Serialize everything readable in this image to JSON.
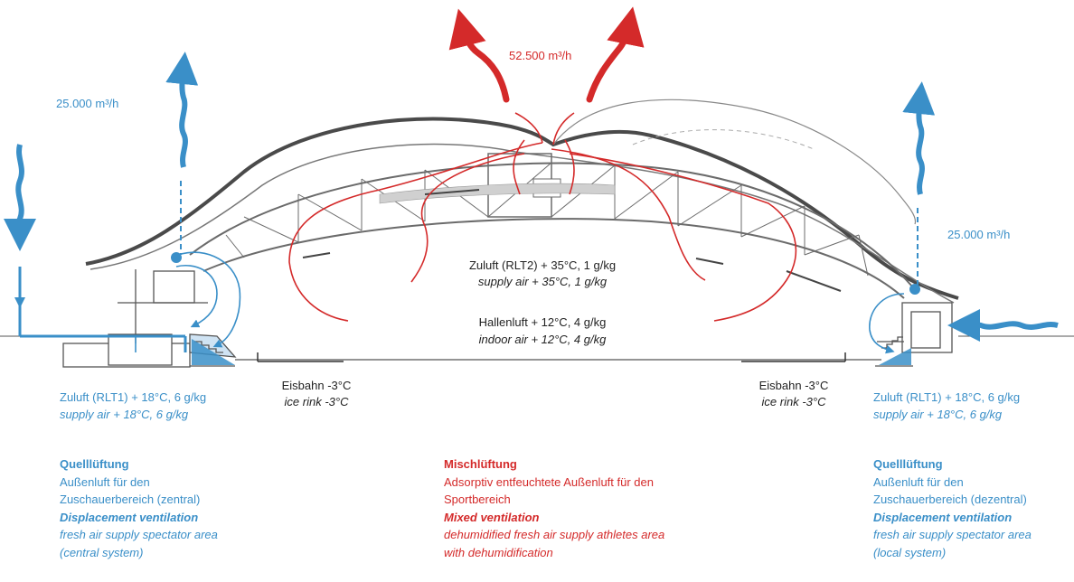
{
  "colors": {
    "blue": "#3a8fc8",
    "red": "#d42a2a",
    "structure": "#6b6b6b"
  },
  "flows": {
    "exhaust_center": "52.500 m³/h",
    "exhaust_left": "25.000 m³/h",
    "exhaust_right": "25.000 m³/h"
  },
  "hall": {
    "supply_de": "Zuluft (RLT2) + 35°C, 1 g/kg",
    "supply_en": "supply air + 35°C, 1 g/kg",
    "indoor_de": "Hallenluft + 12°C, 4 g/kg",
    "indoor_en": "indoor air + 12°C, 4 g/kg"
  },
  "rink_left": {
    "de": "Eisbahn -3°C",
    "en": "ice rink -3°C"
  },
  "rink_right": {
    "de": "Eisbahn -3°C",
    "en": "ice rink -3°C"
  },
  "supply_left": {
    "de": "Zuluft (RLT1) + 18°C, 6 g/kg",
    "en": "supply air + 18°C, 6 g/kg"
  },
  "supply_right": {
    "de": "Zuluft (RLT1) + 18°C, 6 g/kg",
    "en": "supply air + 18°C, 6 g/kg"
  },
  "legend": {
    "left": {
      "title": "Quelllüftung",
      "line1": "Außenluft für den",
      "line2": "Zuschauerbereich (zentral)",
      "title_en": "Displacement ventilation",
      "en1": "fresh air supply spectator area",
      "en2": "(central system)"
    },
    "center": {
      "title": "Mischlüftung",
      "line1": "Adsorptiv entfeuchtete Außenluft für den",
      "line2": "Sportbereich",
      "title_en": "Mixed ventilation",
      "en1": "dehumidified fresh air supply athletes area",
      "en2": "with dehumidification"
    },
    "right": {
      "title": "Quelllüftung",
      "line1": "Außenluft für den",
      "line2": "Zuschauerbereich (dezentral)",
      "title_en": "Displacement ventilation",
      "en1": "fresh air supply spectator area",
      "en2": "(local system)"
    }
  }
}
